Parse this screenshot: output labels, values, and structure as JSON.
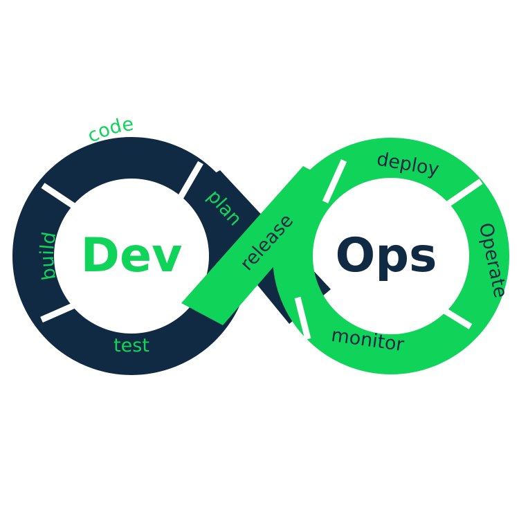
{
  "colors": {
    "navy": "#102a43",
    "green": "#10d45a",
    "background": "#ffffff"
  },
  "titles": {
    "dev": "Dev",
    "ops": "Ops"
  },
  "stages": {
    "plan": "plan",
    "code": "code",
    "build": "build",
    "test": "test",
    "release": "release",
    "deploy": "deploy",
    "operate": "Operate",
    "monitor": "monitor"
  }
}
